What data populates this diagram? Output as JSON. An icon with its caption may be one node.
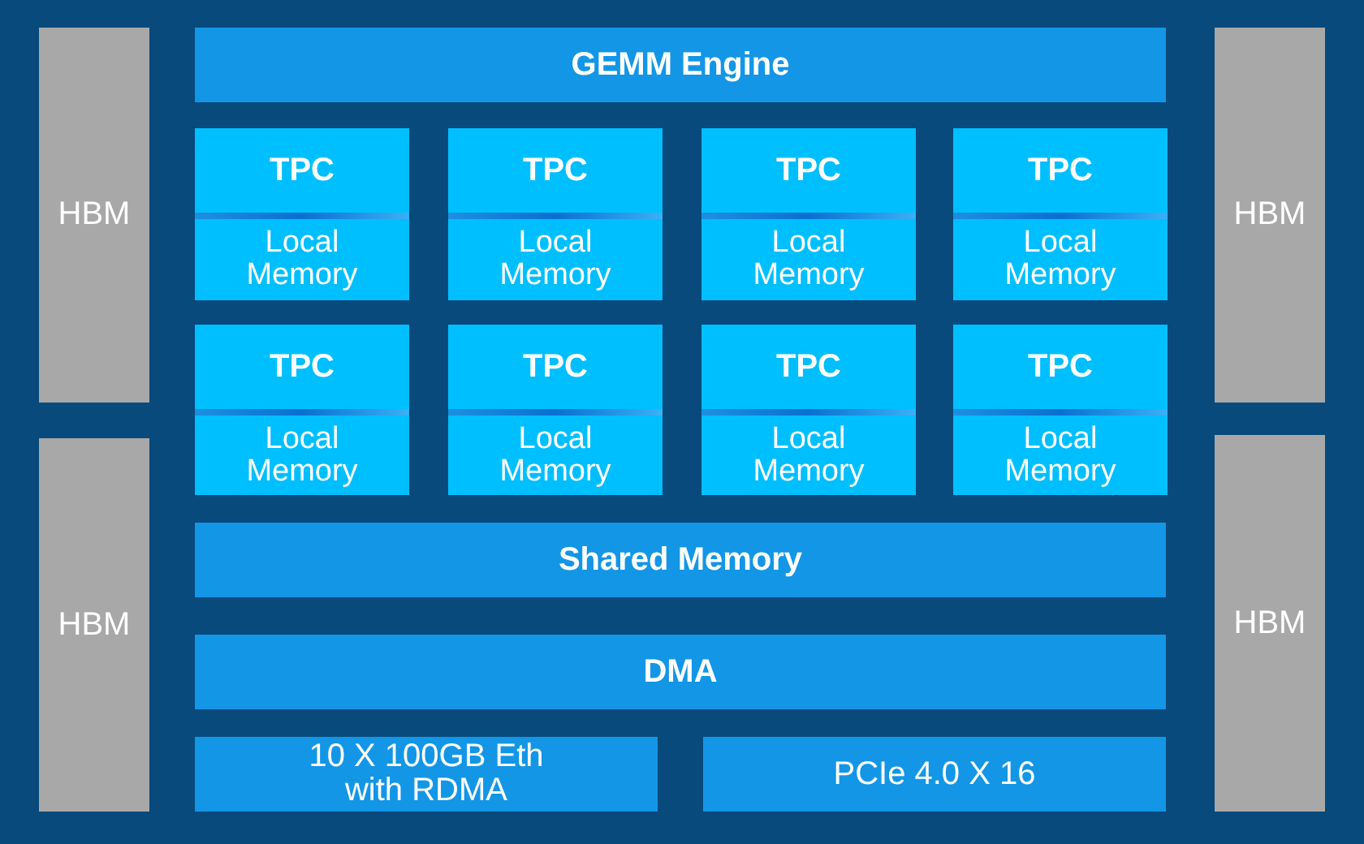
{
  "diagram": {
    "nodes": [
      {
        "text": [
          "HBM"
        ]
      },
      {
        "text": [
          "HBM"
        ]
      },
      {
        "text": [
          "GEMM Engine"
        ]
      },
      {
        "text": [
          "TPC",
          "Local Memory"
        ]
      },
      {
        "text": [
          "TPC",
          "Local Memory"
        ]
      },
      {
        "text": [
          "TPC",
          "Local Memory"
        ]
      },
      {
        "text": [
          "TPC",
          "Local Memory"
        ]
      },
      {
        "text": [
          "TPC",
          "Local Memory"
        ]
      },
      {
        "text": [
          "TPC",
          "Local Memory"
        ]
      },
      {
        "text": [
          "TPC",
          "Local Memory"
        ]
      },
      {
        "text": [
          "TPC",
          "Local Memory"
        ]
      },
      {
        "text": [
          "Shared Memory"
        ]
      },
      {
        "text": [
          "DMA"
        ]
      },
      {
        "text": [
          "10 X 100GB Eth with RDMA"
        ]
      },
      {
        "text": [
          "PCIe 4.0 X 16"
        ]
      },
      {
        "text": [
          "HBM"
        ]
      },
      {
        "text": [
          "HBM"
        ]
      }
    ],
    "edges": []
  }
}
